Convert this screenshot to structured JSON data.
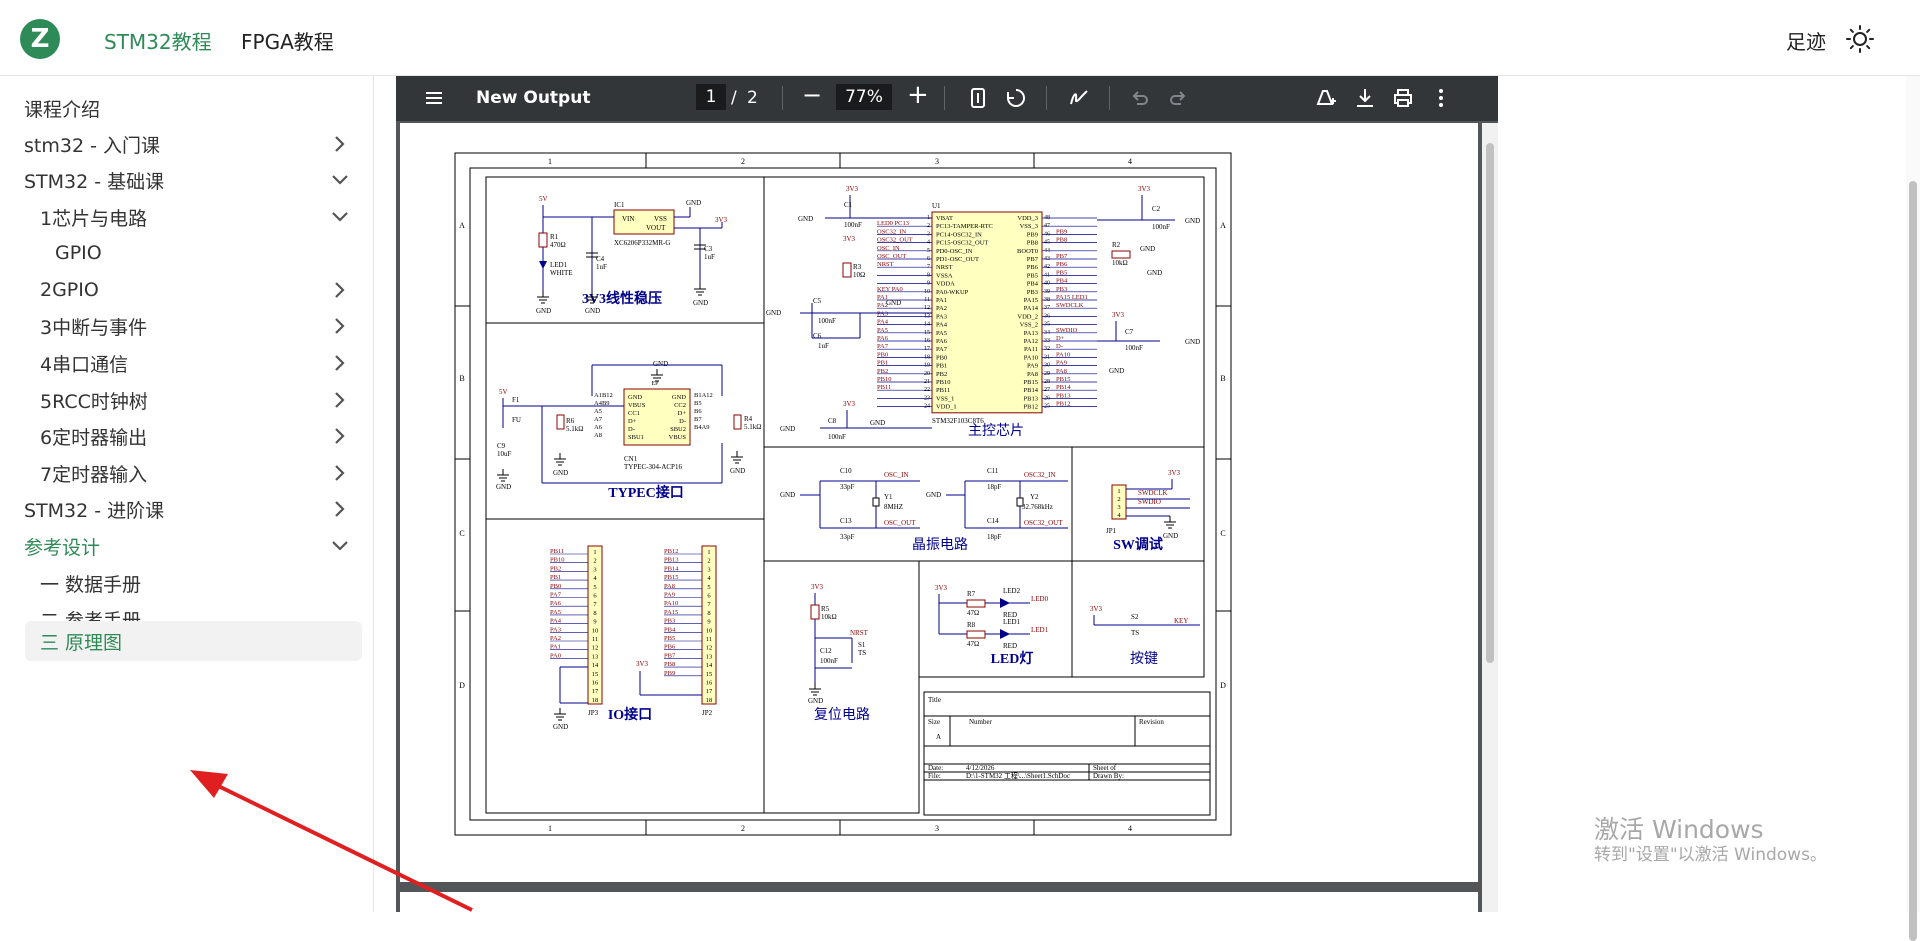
{
  "header": {
    "logo_letter": "Z",
    "nav": [
      "STM32教程",
      "FPGA教程"
    ],
    "footprint": "足迹",
    "theme_icon": "sun-icon"
  },
  "sidebar": {
    "items": [
      {
        "label": "课程介绍"
      },
      {
        "label": "stm32 - 入门课"
      },
      {
        "label": "STM32 - 基础课"
      },
      {
        "label": "1芯片与电路"
      },
      {
        "label": "GPIO"
      },
      {
        "label": "2GPIO"
      },
      {
        "label": "3中断与事件"
      },
      {
        "label": "4串口通信"
      },
      {
        "label": "5RCC时钟树"
      },
      {
        "label": "6定时器输出"
      },
      {
        "label": "7定时器输入"
      },
      {
        "label": "STM32 - 进阶课"
      },
      {
        "label": "参考设计"
      },
      {
        "label": "一 数据手册"
      },
      {
        "label": "二 参考手册"
      },
      {
        "label": "三 原理图"
      }
    ]
  },
  "pdf": {
    "title": "New Output",
    "page": "1",
    "separator": "/",
    "total_pages": "2",
    "zoom": "77%",
    "toolbar_icons": [
      "menu-icon",
      "fit-page-icon",
      "rotate-icon",
      "annotate-icon",
      "undo-icon",
      "redo-icon",
      "save-to-drive-icon",
      "download-icon",
      "print-icon",
      "more-icon"
    ]
  },
  "schematic": {
    "col_labels": [
      "1",
      "2",
      "3",
      "4"
    ],
    "row_labels": [
      "A",
      "B",
      "C",
      "D"
    ],
    "section_titles": {
      "ldo": "3V3线性稳压",
      "mcu": "主控芯片",
      "typec": "TYPEC接口",
      "crystal": "晶振电路",
      "swd": "SW调试",
      "io": "IO接口",
      "reset": "复位电路",
      "led": "LED灯",
      "key": "按键"
    },
    "ldo": {
      "ic": "IC1",
      "part": "XC6206P332MR-G",
      "vin": "VIN",
      "vss": "VSS",
      "vout": "VOUT",
      "r1": "R1",
      "r1v": "470Ω",
      "led1": "LED1",
      "led1c": "WHITE",
      "c4": "C4",
      "c4v": "1uF",
      "c3": "C3",
      "c3v": "1uF",
      "p5v": "5V",
      "p3v3": "3V3",
      "gnd": "GND"
    },
    "mcu": {
      "ref": "U1",
      "part": "STM32F103C8T6",
      "left_pins": [
        "VBAT",
        "PC13-TAMPER-RTC",
        "PC14-OSC32_IN",
        "PC15-OSC32_OUT",
        "PD0-OSC_IN",
        "PD1-OSC_OUT",
        "NRST",
        "VSSA",
        "VDDA",
        "PA0-WKUP",
        "PA1",
        "PA2",
        "PA3",
        "PA4",
        "PA5",
        "PA6",
        "PA7",
        "PB0",
        "PB1",
        "PB2",
        "PB10",
        "PB11",
        "VSS_1",
        "VDD_1"
      ],
      "left_nums": [
        "1",
        "2",
        "3",
        "4",
        "5",
        "6",
        "7",
        "8",
        "9",
        "10",
        "11",
        "12",
        "13",
        "14",
        "15",
        "16",
        "17",
        "18",
        "19",
        "20",
        "21",
        "22",
        "23",
        "24"
      ],
      "left_nets": [
        "",
        "LED0  PC13",
        "OSC32_IN",
        "OSC32_OUT",
        "OSC_IN",
        "OSC_OUT",
        "NRST",
        "",
        "",
        "KEY    PA0",
        "PA1",
        "PA2",
        "PA3",
        "PA4",
        "PA5",
        "PA6",
        "PA7",
        "PB0",
        "PB1",
        "PB2",
        "PB10",
        "PB11",
        "",
        ""
      ],
      "right_pins": [
        "VDD_3",
        "VSS_3",
        "PB9",
        "PB8",
        "BOOT0",
        "PB7",
        "PB6",
        "PB5",
        "PB4",
        "PB3",
        "PA15",
        "PA14",
        "VDD_2",
        "VSS_2",
        "PA13",
        "PA12",
        "PA11",
        "PA10",
        "PA9",
        "PA8",
        "PB15",
        "PB14",
        "PB13",
        "PB12"
      ],
      "right_nums": [
        "48",
        "47",
        "46",
        "45",
        "44",
        "43",
        "42",
        "41",
        "40",
        "39",
        "38",
        "37",
        "36",
        "35",
        "34",
        "33",
        "32",
        "31",
        "30",
        "29",
        "28",
        "27",
        "26",
        "25"
      ],
      "right_nets": [
        "",
        "",
        "PB9",
        "PB8",
        "",
        "PB7",
        "PB6",
        "PB5",
        "PB4",
        "PB3",
        "PA15  LED1",
        "SWDCLK",
        "",
        "",
        "SWDIO",
        "D+",
        "D-",
        "PA10",
        "PA9",
        "PA8",
        "PB15",
        "PB14",
        "PB13",
        "PB12"
      ],
      "c1": "C1",
      "c1v": "100nF",
      "c2": "C2",
      "c2v": "100nF",
      "c5": "C5",
      "c5v": "100nF",
      "c6": "C6",
      "c6v": "1uF",
      "c7": "C7",
      "c7v": "100nF",
      "c8": "C8",
      "c8v": "100nF",
      "r2": "R2",
      "r2v": "10kΩ",
      "r3": "R3",
      "r3v": "10Ω"
    },
    "typec": {
      "ref": "CN1",
      "part": "TYPEC-304-ACP16",
      "f1": "F1",
      "fu": "FU",
      "r6": "R6",
      "r6v": "5.1kΩ",
      "r4": "R4",
      "r4v": "5.1kΩ",
      "c9": "C9",
      "c9v": "10uF",
      "pins_l": [
        "A1B12",
        "A4B9",
        "A5",
        "A7",
        "A6",
        "A8"
      ],
      "pins_r": [
        "B1A12",
        "B5",
        "B6",
        "B7",
        "B4A9"
      ],
      "inner_l": [
        "GND",
        "VBUS",
        "CC1",
        "D+",
        "D-",
        "SBU1"
      ],
      "inner_r": [
        "GND",
        "CC2",
        "D+",
        "D-",
        "SBU2",
        "VBUS"
      ],
      "ep": "EP"
    },
    "crystal": {
      "c10": "C10",
      "c10v": "33pF",
      "c13": "C13",
      "c13v": "33pF",
      "y1": "Y1",
      "y1v": "8MHZ",
      "c11": "C11",
      "c11v": "18pF",
      "c14": "C14",
      "c14v": "18pF",
      "y2": "Y2",
      "y2v": "32.768kHz",
      "osc_in": "OSC_IN",
      "osc_out": "OSC_OUT",
      "osc32_in": "OSC32_IN",
      "osc32_out": "OSC32_OUT"
    },
    "swd": {
      "ref": "JP1",
      "pins": [
        "1",
        "2",
        "3",
        "4"
      ],
      "nets": [
        "SWDCLK",
        "SWDIO"
      ]
    },
    "io": {
      "jp3": "JP3",
      "jp2": "JP2",
      "jp3_nets": [
        "PB11",
        "PB10",
        "PB2",
        "PB1",
        "PB0",
        "PA7",
        "PA6",
        "PA5",
        "PA4",
        "PA3",
        "PA2",
        "PA1",
        "PA0"
      ],
      "jp2_nets": [
        "PB12",
        "PB13",
        "PB14",
        "PB15",
        "PA8",
        "PA9",
        "PA10",
        "PA15",
        "PB3",
        "PB4",
        "PB5",
        "PB6",
        "PB7",
        "PB8",
        "PB9"
      ],
      "pin_nums": [
        "1",
        "2",
        "3",
        "4",
        "5",
        "6",
        "7",
        "8",
        "9",
        "10",
        "11",
        "12",
        "13",
        "14",
        "15",
        "16",
        "17",
        "18"
      ]
    },
    "reset": {
      "r5": "R5",
      "r5v": "10kΩ",
      "c12": "C12",
      "c12v": "100nF",
      "s1": "S1",
      "ts": "TS",
      "nrst": "NRST"
    },
    "led": {
      "r7": "R7",
      "r7v": "47Ω",
      "r8": "R8",
      "r8v": "47Ω",
      "led2": "LED2",
      "led1": "LED1",
      "red": "RED",
      "net0": "LED0",
      "net1": "LED1"
    },
    "key": {
      "s2": "S2",
      "ts": "TS",
      "net": "KEY"
    },
    "titleblock": {
      "title": "Title",
      "size": "Size",
      "size_v": "A",
      "number": "Number",
      "revision": "Revision",
      "date": "Date:",
      "date_v": "4/12/2026",
      "sheet": "Sheet   of",
      "file": "File:",
      "file_v": "D:\\1-STM32 工程\\...\\Sheet1.SchDoc",
      "drawn": "Drawn By:"
    }
  },
  "watermark": {
    "line1": "激活 Windows",
    "line2": "转到\"设置\"以激活 Windows。"
  },
  "colors": {
    "accent": "#2e8b57",
    "net": "#8b0000",
    "wire": "#00008b",
    "part_fill": "#ffffc0"
  }
}
